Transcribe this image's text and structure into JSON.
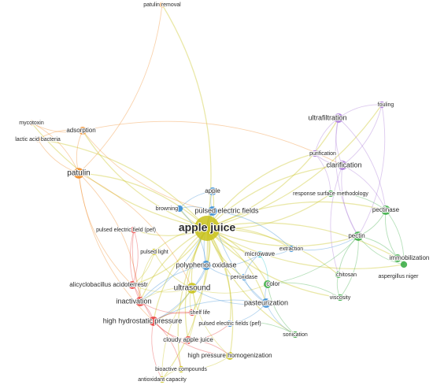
{
  "clusters": {
    "red": "#e8403f",
    "green": "#3fae49",
    "blue": "#3a8ed6",
    "yellow": "#c9c21a",
    "purple": "#a673d6",
    "orange": "#f08a24",
    "cyan": "#2ec4cf"
  },
  "nodes": [
    {
      "id": "apple-juice",
      "label": "apple juice",
      "cluster": "yellow",
      "weight": 10
    },
    {
      "id": "pulsed-electric-fields",
      "label": "pulsed electric fields",
      "cluster": "blue",
      "weight": 5
    },
    {
      "id": "apple",
      "label": "apple",
      "cluster": "blue",
      "weight": 4
    },
    {
      "id": "browning",
      "label": "browning",
      "cluster": "blue",
      "weight": 3
    },
    {
      "id": "ultrafiltration",
      "label": "ultrafiltration",
      "cluster": "purple",
      "weight": 5
    },
    {
      "id": "fouling",
      "label": "fouling",
      "cluster": "purple",
      "weight": 3
    },
    {
      "id": "clarification",
      "label": "clarification",
      "cluster": "purple",
      "weight": 5
    },
    {
      "id": "purification",
      "label": "purification",
      "cluster": "purple",
      "weight": 3
    },
    {
      "id": "patulin-removal",
      "label": "patulin removal",
      "cluster": "orange",
      "weight": 2
    },
    {
      "id": "mycotoxin",
      "label": "mycotoxin",
      "cluster": "orange",
      "weight": 2
    },
    {
      "id": "adsorption",
      "label": "adsorption",
      "cluster": "orange",
      "weight": 4
    },
    {
      "id": "lactic-acid-bacteria",
      "label": "lactic acid bacteria",
      "cluster": "orange",
      "weight": 2
    },
    {
      "id": "patulin",
      "label": "patulin",
      "cluster": "orange",
      "weight": 6
    },
    {
      "id": "response-surface-methodology",
      "label": "response surface methodology",
      "cluster": "green",
      "weight": 3
    },
    {
      "id": "pectinase",
      "label": "pectinase",
      "cluster": "green",
      "weight": 5
    },
    {
      "id": "pectin",
      "label": "pectin",
      "cluster": "green",
      "weight": 5
    },
    {
      "id": "immobilization",
      "label": "immobilization",
      "cluster": "green",
      "weight": 4
    },
    {
      "id": "aspergillus-niger",
      "label": "aspergillus niger",
      "cluster": "green",
      "weight": 3
    },
    {
      "id": "chitosan",
      "label": "chitosan",
      "cluster": "green",
      "weight": 3
    },
    {
      "id": "viscosity",
      "label": "viscosity",
      "cluster": "green",
      "weight": 3
    },
    {
      "id": "color",
      "label": "color",
      "cluster": "green",
      "weight": 4
    },
    {
      "id": "sonication",
      "label": "sonication",
      "cluster": "green",
      "weight": 3
    },
    {
      "id": "extraction",
      "label": "extraction",
      "cluster": "blue",
      "weight": 3
    },
    {
      "id": "microwave",
      "label": "microwave",
      "cluster": "cyan",
      "weight": 3
    },
    {
      "id": "pulsed-electric-field-pef",
      "label": "pulsed electric field (pef)",
      "cluster": "red",
      "weight": 3
    },
    {
      "id": "pulsed-light",
      "label": "pulsed light",
      "cluster": "yellow",
      "weight": 3
    },
    {
      "id": "polyphenol-oxidase",
      "label": "polyphenol oxidase",
      "cluster": "blue",
      "weight": 5
    },
    {
      "id": "peroxidase",
      "label": "peroxidase",
      "cluster": "blue",
      "weight": 3
    },
    {
      "id": "alicyclobacillus",
      "label": "alicyclobacillus acidoterrestr",
      "cluster": "red",
      "weight": 4
    },
    {
      "id": "ultrasound",
      "label": "ultrasound",
      "cluster": "yellow",
      "weight": 6
    },
    {
      "id": "pasteurization",
      "label": "pasteurization",
      "cluster": "blue",
      "weight": 5
    },
    {
      "id": "inactivation",
      "label": "inactivation",
      "cluster": "red",
      "weight": 5
    },
    {
      "id": "shelf-life",
      "label": "shelf life",
      "cluster": "red",
      "weight": 3
    },
    {
      "id": "high-hydrostatic-pressure",
      "label": "high hydrostatic pressure",
      "cluster": "red",
      "weight": 5
    },
    {
      "id": "pulsed-electric-fields-pef",
      "label": "pulsed electric fields (pef)",
      "cluster": "blue",
      "weight": 3
    },
    {
      "id": "cloudy-apple-juice",
      "label": "cloudy apple juice",
      "cluster": "red",
      "weight": 4
    },
    {
      "id": "high-pressure-homogenization",
      "label": "high pressure homogenization",
      "cluster": "yellow",
      "weight": 4
    },
    {
      "id": "bioactive-compounds",
      "label": "bioactive compounds",
      "cluster": "yellow",
      "weight": 3
    },
    {
      "id": "antioxidant-capacity",
      "label": "antioxidant capacity",
      "cluster": "yellow",
      "weight": 3
    }
  ],
  "links": [
    [
      "apple-juice",
      "pulsed-electric-fields"
    ],
    [
      "apple-juice",
      "apple"
    ],
    [
      "apple-juice",
      "browning"
    ],
    [
      "apple-juice",
      "ultrafiltration"
    ],
    [
      "apple-juice",
      "clarification"
    ],
    [
      "apple-juice",
      "fouling"
    ],
    [
      "apple-juice",
      "purification"
    ],
    [
      "apple-juice",
      "patulin"
    ],
    [
      "apple-juice",
      "adsorption"
    ],
    [
      "apple-juice",
      "patulin-removal"
    ],
    [
      "apple-juice",
      "mycotoxin"
    ],
    [
      "apple-juice",
      "lactic-acid-bacteria"
    ],
    [
      "apple-juice",
      "pectinase"
    ],
    [
      "apple-juice",
      "pectin"
    ],
    [
      "apple-juice",
      "immobilization"
    ],
    [
      "apple-juice",
      "response-surface-methodology"
    ],
    [
      "apple-juice",
      "chitosan"
    ],
    [
      "apple-juice",
      "viscosity"
    ],
    [
      "apple-juice",
      "color"
    ],
    [
      "apple-juice",
      "sonication"
    ],
    [
      "apple-juice",
      "extraction"
    ],
    [
      "apple-juice",
      "microwave"
    ],
    [
      "apple-juice",
      "pulsed-electric-field-pef"
    ],
    [
      "apple-juice",
      "pulsed-light"
    ],
    [
      "apple-juice",
      "polyphenol-oxidase"
    ],
    [
      "apple-juice",
      "peroxidase"
    ],
    [
      "apple-juice",
      "alicyclobacillus"
    ],
    [
      "apple-juice",
      "ultrasound"
    ],
    [
      "apple-juice",
      "pasteurization"
    ],
    [
      "apple-juice",
      "inactivation"
    ],
    [
      "apple-juice",
      "shelf-life"
    ],
    [
      "apple-juice",
      "high-hydrostatic-pressure"
    ],
    [
      "apple-juice",
      "pulsed-electric-fields-pef"
    ],
    [
      "apple-juice",
      "cloudy-apple-juice"
    ],
    [
      "apple-juice",
      "high-pressure-homogenization"
    ],
    [
      "apple-juice",
      "bioactive-compounds"
    ],
    [
      "apple-juice",
      "antioxidant-capacity"
    ],
    [
      "apple-juice",
      "aspergillus-niger"
    ],
    [
      "patulin",
      "adsorption"
    ],
    [
      "patulin",
      "mycotoxin"
    ],
    [
      "patulin",
      "lactic-acid-bacteria"
    ],
    [
      "patulin",
      "patulin-removal"
    ],
    [
      "adsorption",
      "mycotoxin"
    ],
    [
      "adsorption",
      "lactic-acid-bacteria"
    ],
    [
      "patulin",
      "inactivation"
    ],
    [
      "patulin",
      "high-hydrostatic-pressure"
    ],
    [
      "adsorption",
      "clarification"
    ],
    [
      "ultrafiltration",
      "clarification"
    ],
    [
      "ultrafiltration",
      "fouling"
    ],
    [
      "ultrafiltration",
      "purification"
    ],
    [
      "clarification",
      "purification"
    ],
    [
      "clarification",
      "fouling"
    ],
    [
      "clarification",
      "pectinase"
    ],
    [
      "clarification",
      "pectin"
    ],
    [
      "ultrafiltration",
      "pectinase"
    ],
    [
      "ultrafiltration",
      "pectin"
    ],
    [
      "fouling",
      "pectin"
    ],
    [
      "clarification",
      "chitosan"
    ],
    [
      "pectinase",
      "pectin"
    ],
    [
      "pectinase",
      "immobilization"
    ],
    [
      "pectin",
      "immobilization"
    ],
    [
      "pectin",
      "aspergillus-niger"
    ],
    [
      "pectinase",
      "aspergillus-niger"
    ],
    [
      "pectin",
      "chitosan"
    ],
    [
      "pectin",
      "viscosity"
    ],
    [
      "chitosan",
      "viscosity"
    ],
    [
      "pectin",
      "color"
    ],
    [
      "color",
      "sonication"
    ],
    [
      "color",
      "viscosity"
    ],
    [
      "pectinase",
      "response-surface-methodology"
    ],
    [
      "immobilization",
      "aspergillus-niger"
    ],
    [
      "pulsed-electric-fields",
      "polyphenol-oxidase"
    ],
    [
      "pulsed-electric-fields",
      "apple"
    ],
    [
      "pulsed-electric-fields",
      "browning"
    ],
    [
      "pulsed-electric-fields",
      "extraction"
    ],
    [
      "pulsed-electric-fields",
      "pasteurization"
    ],
    [
      "pulsed-electric-fields",
      "inactivation"
    ],
    [
      "apple",
      "browning"
    ],
    [
      "browning",
      "polyphenol-oxidase"
    ],
    [
      "polyphenol-oxidase",
      "peroxidase"
    ],
    [
      "polyphenol-oxidase",
      "ultrasound"
    ],
    [
      "polyphenol-oxidase",
      "inactivation"
    ],
    [
      "polyphenol-oxidase",
      "high-hydrostatic-pressure"
    ],
    [
      "polyphenol-oxidase",
      "microwave"
    ],
    [
      "peroxidase",
      "microwave"
    ],
    [
      "peroxidase",
      "pasteurization"
    ],
    [
      "pasteurization",
      "color"
    ],
    [
      "pasteurization",
      "sonication"
    ],
    [
      "pasteurization",
      "ultrasound"
    ],
    [
      "pasteurization",
      "high-hydrostatic-pressure"
    ],
    [
      "pasteurization",
      "pulsed-electric-fields-pef"
    ],
    [
      "ultrasound",
      "inactivation"
    ],
    [
      "ultrasound",
      "alicyclobacillus"
    ],
    [
      "ultrasound",
      "shelf-life"
    ],
    [
      "ultrasound",
      "high-hydrostatic-pressure"
    ],
    [
      "ultrasound",
      "high-pressure-homogenization"
    ],
    [
      "ultrasound",
      "cloudy-apple-juice"
    ],
    [
      "ultrasound",
      "color"
    ],
    [
      "ultrasound",
      "pulsed-light"
    ],
    [
      "inactivation",
      "alicyclobacillus"
    ],
    [
      "inactivation",
      "high-hydrostatic-pressure"
    ],
    [
      "inactivation",
      "shelf-life"
    ],
    [
      "inactivation",
      "pulsed-electric-field-pef"
    ],
    [
      "high-hydrostatic-pressure",
      "cloudy-apple-juice"
    ],
    [
      "high-hydrostatic-pressure",
      "shelf-life"
    ],
    [
      "high-hydrostatic-pressure",
      "high-pressure-homogenization"
    ],
    [
      "high-hydrostatic-pressure",
      "bioactive-compounds"
    ],
    [
      "high-hydrostatic-pressure",
      "antioxidant-capacity"
    ],
    [
      "cloudy-apple-juice",
      "high-pressure-homogenization"
    ],
    [
      "cloudy-apple-juice",
      "pulsed-electric-fields-pef"
    ],
    [
      "high-pressure-homogenization",
      "bioactive-compounds"
    ],
    [
      "bioactive-compounds",
      "antioxidant-capacity"
    ],
    [
      "antioxidant-capacity",
      "ultrasound"
    ],
    [
      "pulsed-electric-field-pef",
      "high-hydrostatic-pressure"
    ],
    [
      "pulsed-electric-field-pef",
      "alicyclobacillus"
    ],
    [
      "pulsed-light",
      "inactivation"
    ],
    [
      "pulsed-light",
      "alicyclobacillus"
    ],
    [
      "patulin",
      "alicyclobacillus"
    ],
    [
      "patulin",
      "ultrasound"
    ],
    [
      "adsorption",
      "pulsed-electric-fields"
    ],
    [
      "purification",
      "response-surface-methodology"
    ],
    [
      "extraction",
      "pectin"
    ],
    [
      "extraction",
      "microwave"
    ],
    [
      "sonication",
      "pulsed-electric-fields-pef"
    ],
    [
      "microwave",
      "color"
    ]
  ]
}
